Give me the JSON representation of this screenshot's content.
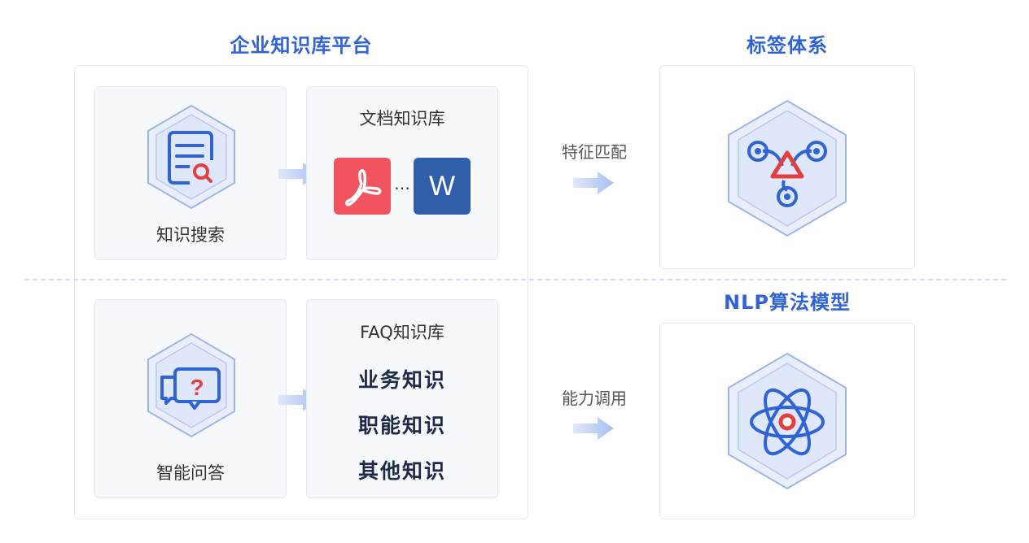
{
  "titles": {
    "platform": "企业知识库平台",
    "tags": "标签体系",
    "nlp": "NLP算法模型"
  },
  "search": {
    "label": "知识搜索",
    "icon": "document-search-icon"
  },
  "doc_kb": {
    "title": "文档知识库",
    "pdf_icon": "pdf-icon",
    "ellipsis": "…",
    "word_letter": "W"
  },
  "qa": {
    "label": "智能问答",
    "icon": "chat-question-icon"
  },
  "faq_kb": {
    "title": "FAQ知识库",
    "items": [
      "业务知识",
      "职能知识",
      "其他知识"
    ]
  },
  "links": {
    "feature_match": "特征匹配",
    "capability_call": "能力调用"
  },
  "colors": {
    "accent": "#2f63d6",
    "pdf": "#f2545f",
    "word": "#2f5faa",
    "alert_red": "#e53e3e"
  }
}
